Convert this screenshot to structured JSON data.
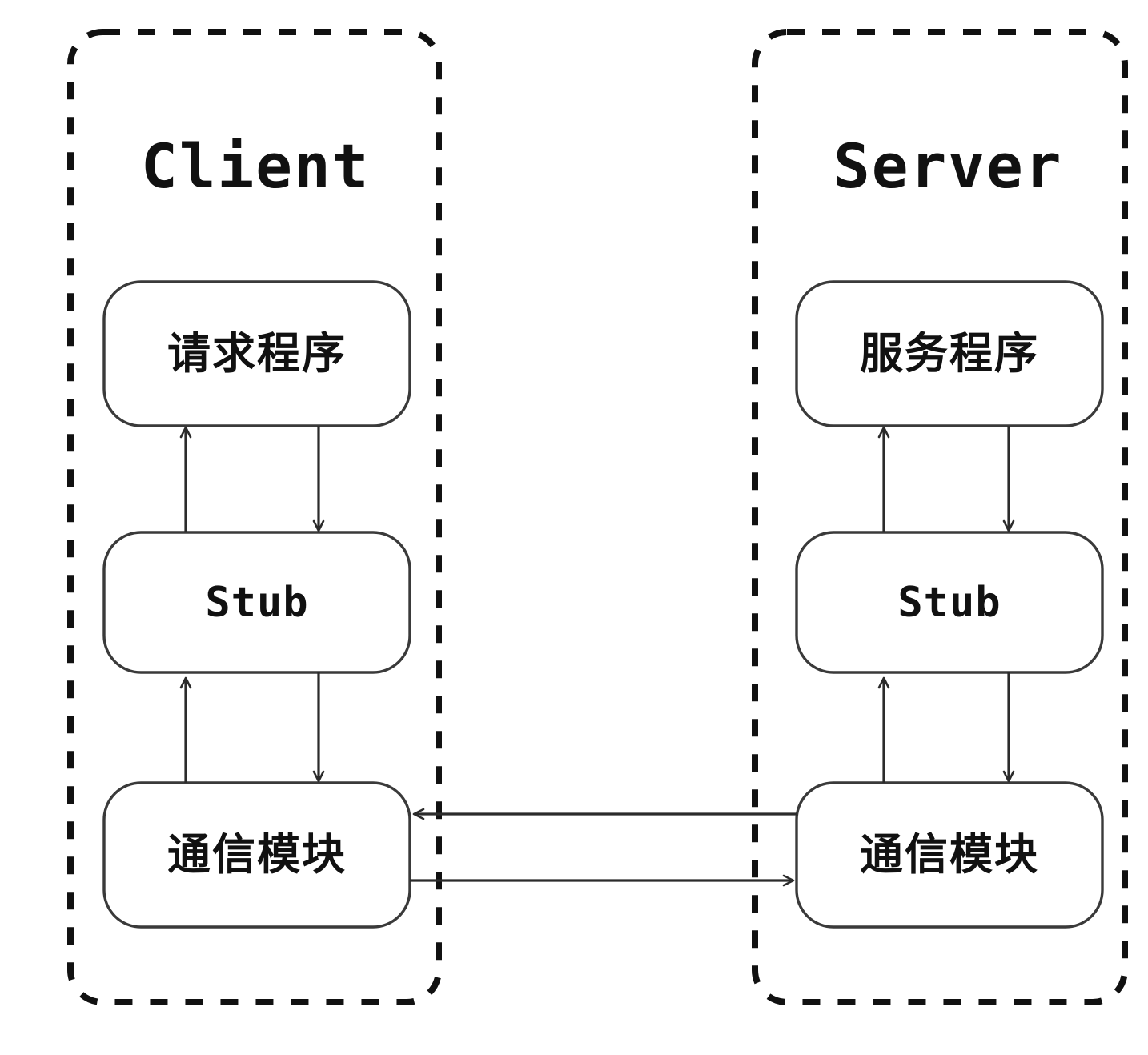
{
  "diagram": {
    "type": "rpc-architecture",
    "background_color": "#ffffff",
    "stroke_color": "#333333",
    "text_color": "#111111",
    "zones": [
      {
        "id": "client",
        "title": "Client",
        "title_style": "monospace-bold",
        "boundary_style": "dashed-rounded",
        "nodes": [
          {
            "id": "client-request-program",
            "label": "请求程序",
            "label_kind": "cjk"
          },
          {
            "id": "client-stub",
            "label": "Stub",
            "label_kind": "mono"
          },
          {
            "id": "client-comm-module",
            "label": "通信模块",
            "label_kind": "cjk"
          }
        ]
      },
      {
        "id": "server",
        "title": "Server",
        "title_style": "monospace-bold",
        "boundary_style": "dashed-rounded",
        "nodes": [
          {
            "id": "server-service-program",
            "label": "服务程序",
            "label_kind": "cjk"
          },
          {
            "id": "server-stub",
            "label": "Stub",
            "label_kind": "mono"
          },
          {
            "id": "server-comm-module",
            "label": "通信模块",
            "label_kind": "cjk"
          }
        ]
      }
    ],
    "connections": [
      {
        "id": "client-stub-to-request",
        "from": "client-stub",
        "to": "client-request-program",
        "direction": "up"
      },
      {
        "id": "client-request-to-stub",
        "from": "client-request-program",
        "to": "client-stub",
        "direction": "down"
      },
      {
        "id": "client-comm-to-stub",
        "from": "client-comm-module",
        "to": "client-stub",
        "direction": "up"
      },
      {
        "id": "client-stub-to-comm",
        "from": "client-stub",
        "to": "client-comm-module",
        "direction": "down"
      },
      {
        "id": "server-stub-to-service",
        "from": "server-stub",
        "to": "server-service-program",
        "direction": "up"
      },
      {
        "id": "server-service-to-stub",
        "from": "server-service-program",
        "to": "server-stub",
        "direction": "down"
      },
      {
        "id": "server-comm-to-stub",
        "from": "server-comm-module",
        "to": "server-stub",
        "direction": "up"
      },
      {
        "id": "server-stub-to-comm",
        "from": "server-stub",
        "to": "server-comm-module",
        "direction": "down"
      },
      {
        "id": "server-comm-to-client-comm",
        "from": "server-comm-module",
        "to": "client-comm-module",
        "direction": "left"
      },
      {
        "id": "client-comm-to-server-comm",
        "from": "client-comm-module",
        "to": "server-comm-module",
        "direction": "right"
      }
    ]
  }
}
